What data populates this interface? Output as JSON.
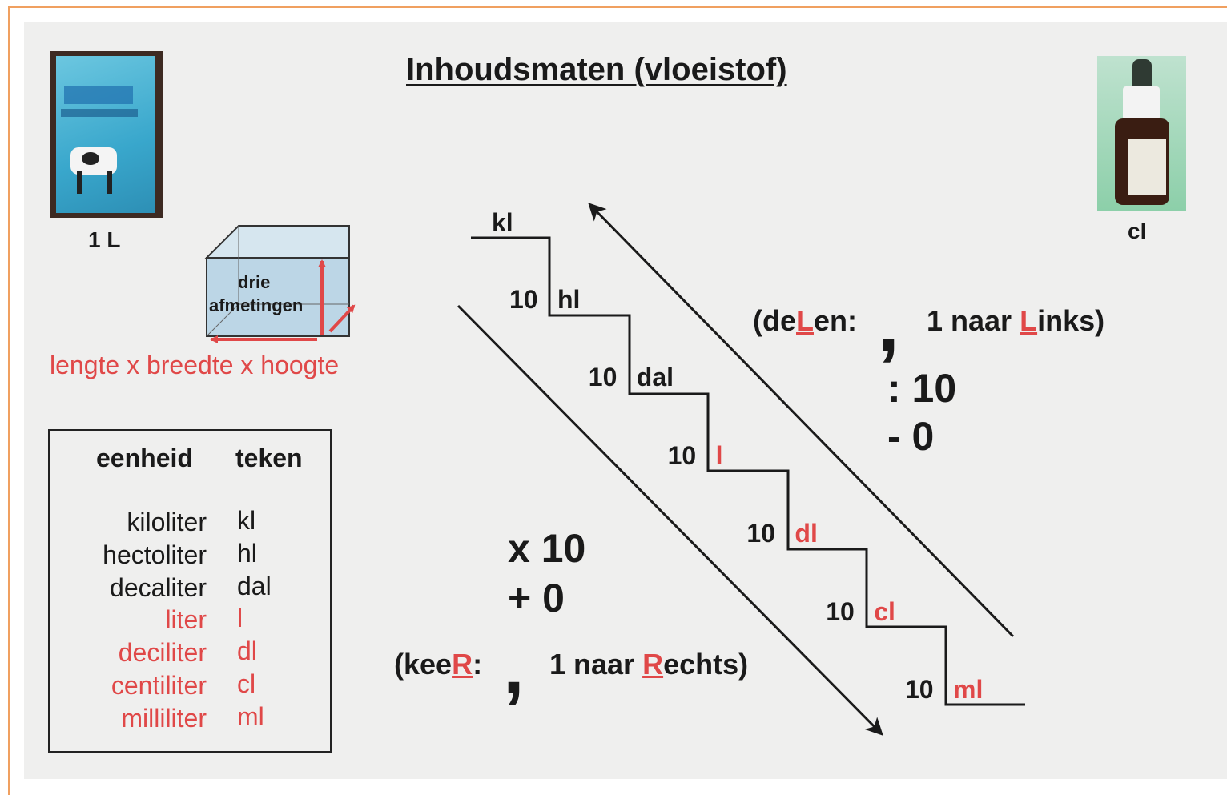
{
  "title": "Inhoudsmaten (vloeistof)",
  "milk_label": "1 L",
  "bottle_label": "cl",
  "box": {
    "line1": "drie",
    "line2": "afmetingen",
    "caption": "lengte x breedte x hoogte"
  },
  "table": {
    "headers": [
      "eenheid",
      "teken"
    ],
    "rows": [
      {
        "unit": "kiloliter",
        "sign": "kl",
        "highlight": false
      },
      {
        "unit": "hectoliter",
        "sign": "hl",
        "highlight": false
      },
      {
        "unit": "decaliter",
        "sign": "dal",
        "highlight": false
      },
      {
        "unit": "liter",
        "sign": "l",
        "highlight": true
      },
      {
        "unit": "deciliter",
        "sign": "dl",
        "highlight": true
      },
      {
        "unit": "centiliter",
        "sign": "cl",
        "highlight": true
      },
      {
        "unit": "milliliter",
        "sign": "ml",
        "highlight": true
      }
    ]
  },
  "stairs": {
    "top": "kl",
    "factor": "10",
    "steps": [
      {
        "label": "hl",
        "highlight": false
      },
      {
        "label": "dal",
        "highlight": false
      },
      {
        "label": "l",
        "highlight": true
      },
      {
        "label": "dl",
        "highlight": true
      },
      {
        "label": "cl",
        "highlight": true
      },
      {
        "label": "ml",
        "highlight": true
      }
    ]
  },
  "divide": {
    "rule_open": "(de",
    "rule_letter": "L",
    "rule_mid": "en:",
    "comma": ",",
    "rule_rest": "1 naar ",
    "rule_letter2": "L",
    "rule_end": "inks)",
    "op1": ": 10",
    "op2": "- 0"
  },
  "multiply": {
    "op1": "x 10",
    "op2": "+ 0",
    "rule_open": "(kee",
    "rule_letter": "R",
    "rule_mid": ":",
    "comma": ",",
    "rule_rest": "1 naar ",
    "rule_letter2": "R",
    "rule_end": "echts)"
  },
  "colors": {
    "accent": "#e04848",
    "ink": "#1a1a1a",
    "slide": "#efefee",
    "frame": "#f0a060"
  }
}
